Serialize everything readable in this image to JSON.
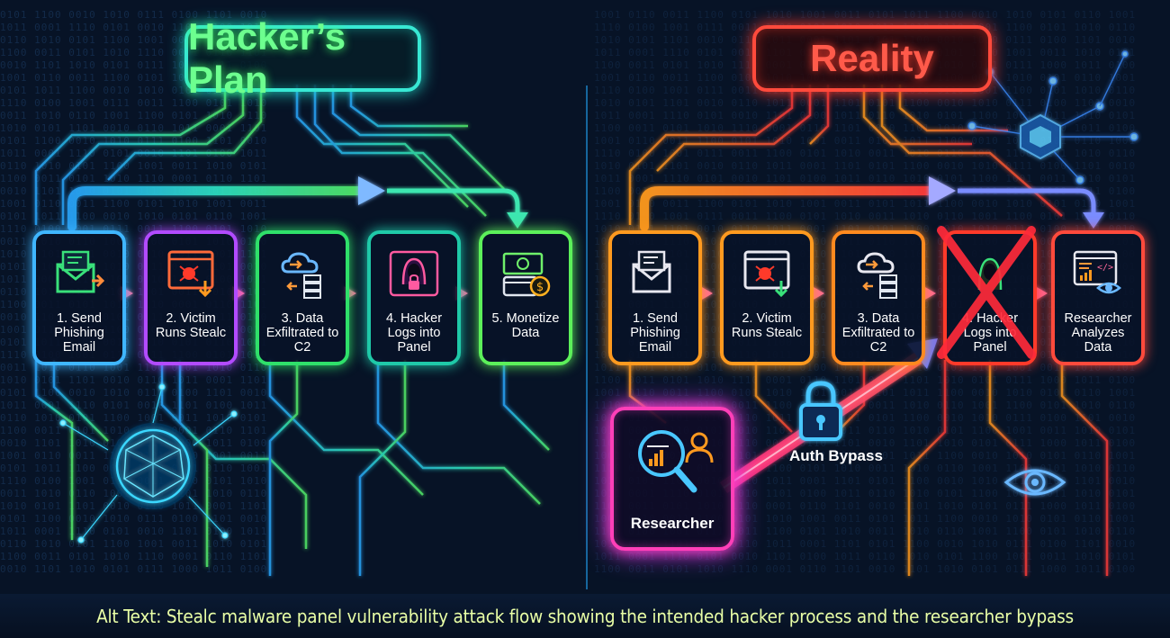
{
  "colors": {
    "background": "#071326",
    "plan_accent": "#38e8d4",
    "plan_title_text": "#6dff8f",
    "reality_accent": "#ff4a3c",
    "researcher_accent": "#ff3fb8",
    "caption_text": "#e9ffa6"
  },
  "left_panel": {
    "title": "Hacker’s Plan",
    "steps": [
      {
        "label": "1. Send Phishing Email",
        "color": "#3fb6ff",
        "icon": "email-icon"
      },
      {
        "label": "2. Victim Runs Stealc",
        "color": "#b24bff",
        "icon": "malware-window-icon"
      },
      {
        "label": "3. Data Exfiltrated to C2",
        "color": "#2fe06a",
        "icon": "cloud-server-icon"
      },
      {
        "label": "4. Hacker Logs into Panel",
        "color": "#1fc9a8",
        "icon": "hacker-icon"
      },
      {
        "label": "5. Monetize Data",
        "color": "#5cf05a",
        "icon": "money-icon"
      }
    ]
  },
  "right_panel": {
    "title": "Reality",
    "steps": [
      {
        "label": "1. Send Phishing Email",
        "color": "#ff9a1f",
        "icon": "email-icon"
      },
      {
        "label": "2. Victim Runs Stealc",
        "color": "#ff9a1f",
        "icon": "malware-window-icon"
      },
      {
        "label": "3. Data Exfiltrated to C2",
        "color": "#ff8a1f",
        "icon": "cloud-server-icon"
      },
      {
        "label": "4. Hacker Logs into Panel",
        "color": "#ff3a2a",
        "icon": "hacker-icon",
        "crossed_out": true
      },
      {
        "label": "Researcher Analyzes Data",
        "color": "#ff4a3c",
        "icon": "dashboard-icon"
      }
    ],
    "researcher_label": "Researcher",
    "bypass_label": "Auth Bypass"
  },
  "caption": "Alt Text: Stealc malware panel vulnerability attack flow showing the intended hacker process and the researcher bypass"
}
